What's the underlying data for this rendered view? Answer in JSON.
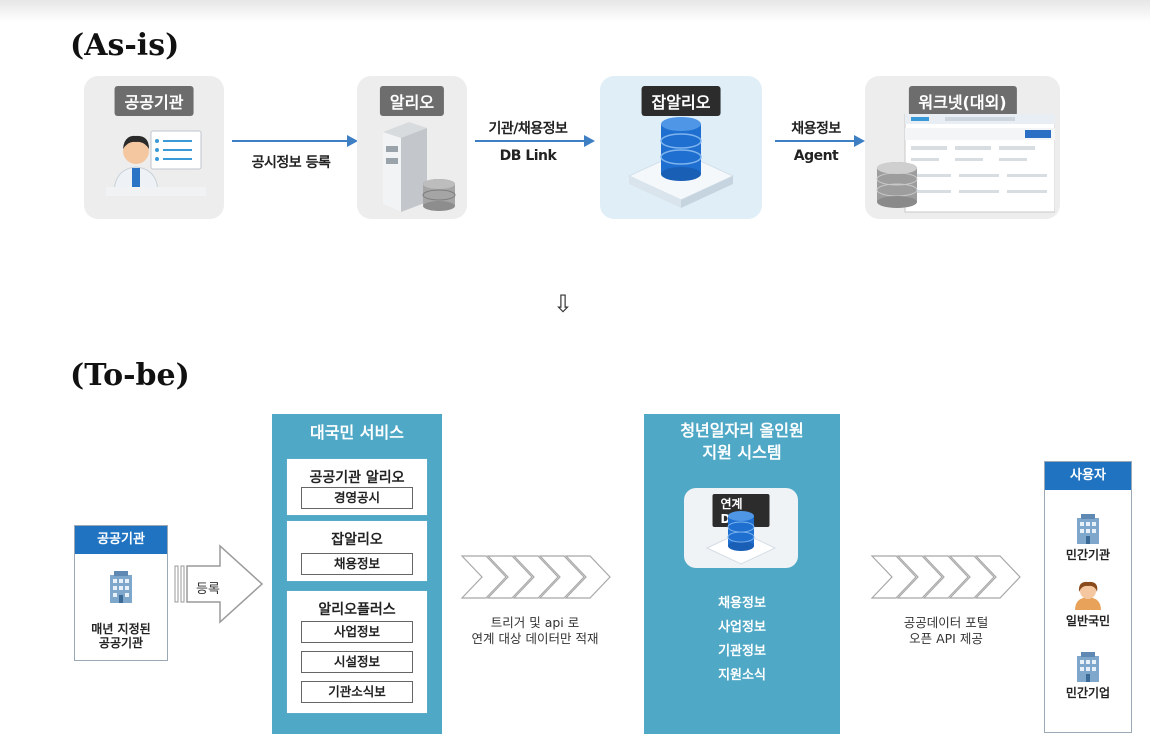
{
  "as_is": {
    "title": "(As-is)",
    "cards": [
      {
        "label": "공공기관"
      },
      {
        "label": "알리오"
      },
      {
        "label": "잡알리오"
      },
      {
        "label": "워크넷(대외)"
      }
    ],
    "flows": [
      {
        "label": "공시정보 등록"
      },
      {
        "top": "기관/채용정보",
        "bottom": "DB Link"
      },
      {
        "top": "채용정보",
        "bottom": "Agent"
      }
    ]
  },
  "down_arrow": "⇩",
  "to_be": {
    "title": "(To-be)",
    "left_box": {
      "header": "공공기관",
      "caption": "매년 지정된\n공공기관"
    },
    "register_label": "등록",
    "service": {
      "title": "대국민 서비스",
      "groups": [
        {
          "title": "공공기관 알리오",
          "items": [
            "경영공시"
          ]
        },
        {
          "title": "잡알리오",
          "items": [
            "채용정보"
          ]
        },
        {
          "title": "알리오플러스",
          "items": [
            "사업정보",
            "시설정보",
            "기관소식보"
          ]
        }
      ]
    },
    "middle_caption": "트리거 및 api 로\n연계 대상 데이터만 적재",
    "system": {
      "title": "청년일자리 올인원\n지원 시스템",
      "db_label": "연계DB",
      "items": [
        "채용정보",
        "사업정보",
        "기관정보",
        "지원소식"
      ]
    },
    "right_caption": "공공데이터 포털\n오픈 API 제공",
    "users": {
      "header": "사용자",
      "items": [
        "민간기관",
        "일반국민",
        "민간기업"
      ]
    }
  },
  "colors": {
    "arrow_blue": "#3e7fc4",
    "teal": "#4ea8c6",
    "header_blue": "#1f73c0",
    "db_blue": "#1e6fd0"
  }
}
